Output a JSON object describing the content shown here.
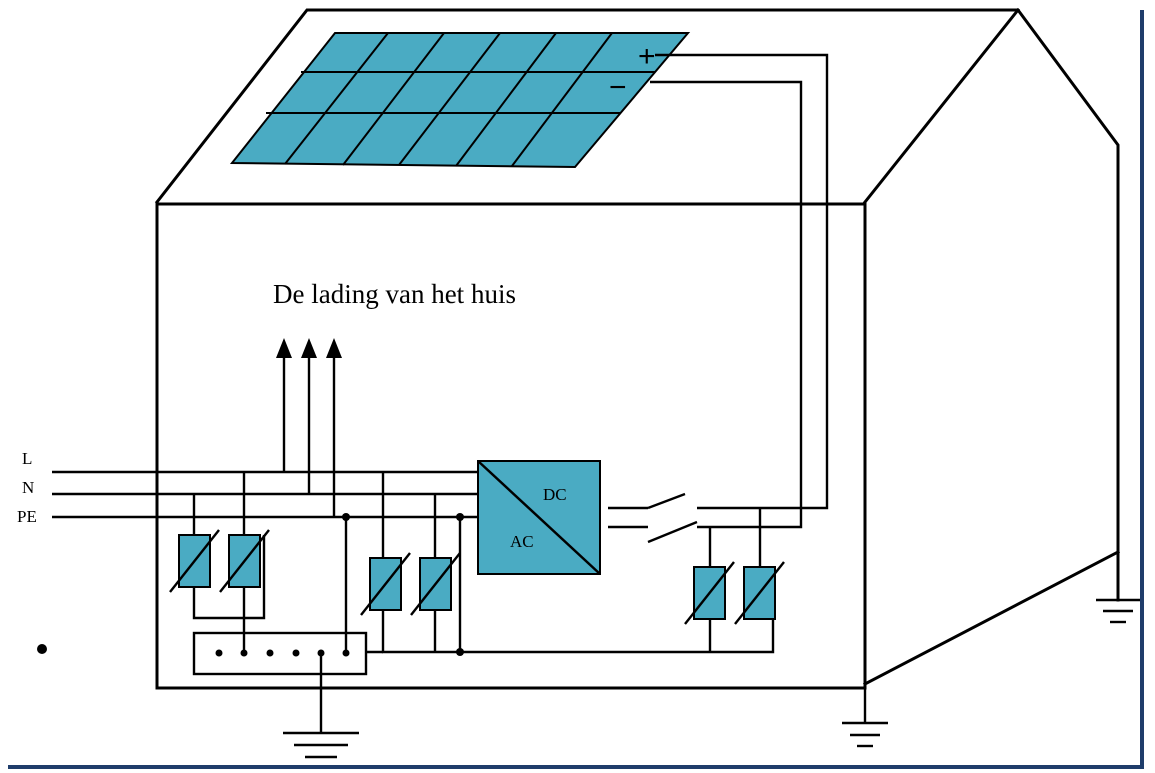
{
  "title": "De lading van het huis",
  "lines": {
    "l": "L",
    "n": "N",
    "pe": "PE"
  },
  "inverter": {
    "dc_label": "DC",
    "ac_label": "AC"
  },
  "pv_polarity": {
    "plus": "+",
    "minus": "−"
  },
  "colors": {
    "component_fill": "#4aabc3",
    "frame_blue": "#1f3d6b"
  },
  "icons": [
    "solar-panel-icon",
    "inverter-icon",
    "varistor-icon",
    "ground-icon",
    "arrow-up-icon",
    "switch-icon"
  ]
}
